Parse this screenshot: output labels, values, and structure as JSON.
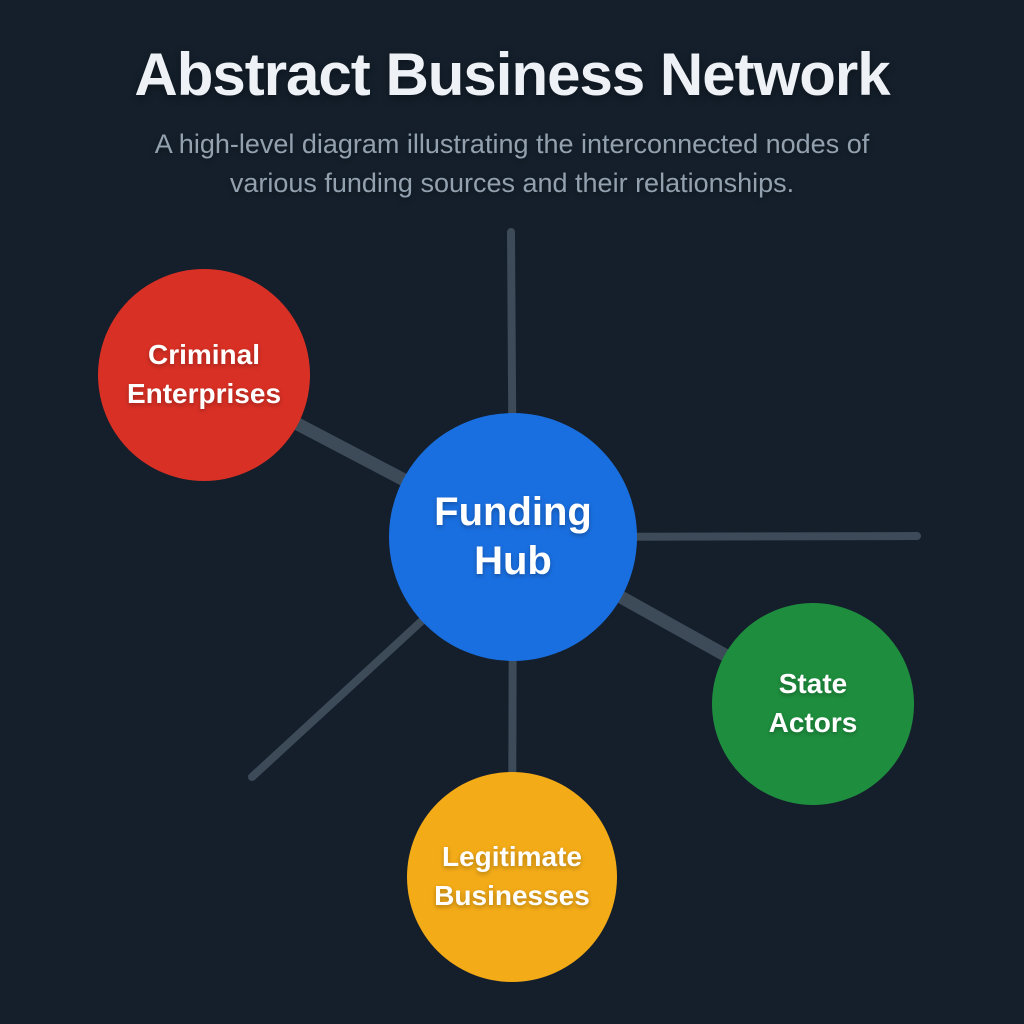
{
  "header": {
    "title": "Abstract Business Network",
    "subtitle": "A high-level diagram illustrating the interconnected nodes of\nvarious funding sources and their relationships."
  },
  "diagram": {
    "type": "network",
    "connector_color": "#3d4a57",
    "nodes": [
      {
        "id": "funding-hub",
        "label": "Funding\nHub",
        "color": "#1a6fe0",
        "role": "hub"
      },
      {
        "id": "criminal-enterprises",
        "label": "Criminal\nEnterprises",
        "color": "#d93025",
        "role": "spoke"
      },
      {
        "id": "state-actors",
        "label": "State\nActors",
        "color": "#1e8e3e",
        "role": "spoke"
      },
      {
        "id": "legitimate-businesses",
        "label": "Legitimate\nBusinesses",
        "color": "#f3ab18",
        "role": "spoke"
      }
    ],
    "edges": [
      {
        "from": "funding-hub",
        "to": "criminal-enterprises",
        "weight": "thick"
      },
      {
        "from": "funding-hub",
        "to": "state-actors",
        "weight": "thick"
      },
      {
        "from": "funding-hub",
        "to": "legitimate-businesses",
        "weight": "thin"
      },
      {
        "from": "funding-hub",
        "to": "offscreen-top",
        "weight": "thin"
      },
      {
        "from": "funding-hub",
        "to": "offscreen-right",
        "weight": "thin"
      },
      {
        "from": "funding-hub",
        "to": "offscreen-bottom-left",
        "weight": "thin"
      }
    ]
  },
  "palette": {
    "background": "#141f2b",
    "connector": "#3d4a57",
    "title_text": "#eef2f6",
    "subtitle_text": "#93a0ae",
    "node_label_text": "#ffffff"
  }
}
